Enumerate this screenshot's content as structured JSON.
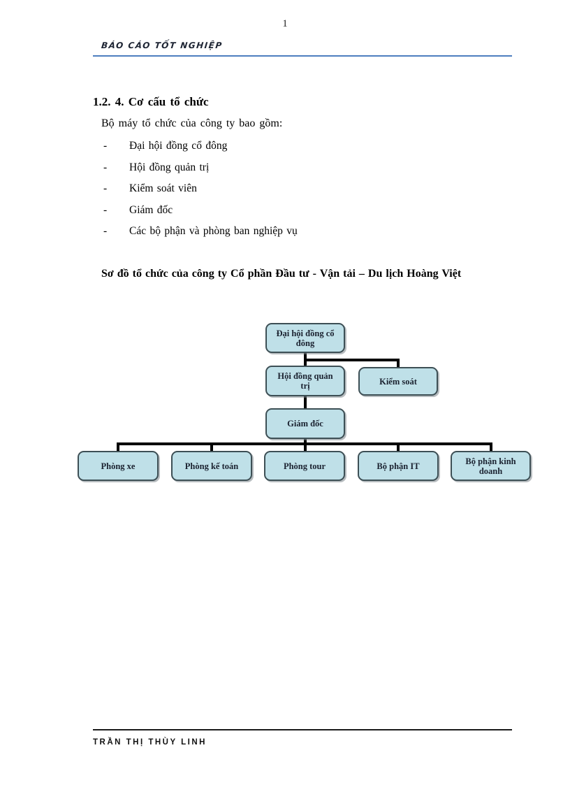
{
  "page": {
    "number": "1",
    "header": {
      "title": "BÁO CÁO TỐT NGHIỆP"
    },
    "footer": {
      "author": "TRẦN THỊ THÙY LINH"
    }
  },
  "content": {
    "section_heading": "1.2. 4. Cơ cấu tổ chức",
    "intro": "Bộ máy tổ chức của công ty bao gồm:",
    "list_marker": "-",
    "list": [
      {
        "text": "Đại hội đồng cổ đông"
      },
      {
        "text": "Hội đồng quản trị"
      },
      {
        "text": "Kiểm soát viên"
      },
      {
        "text": "Giám đốc"
      },
      {
        "text": "Các bộ phận và phòng ban nghiệp vụ"
      }
    ],
    "diagram_title": "Sơ đồ tổ chức của công ty Cổ phần Đầu tư - Vận tải – Du lịch Hoàng Việt"
  },
  "org_chart": {
    "nodes": [
      {
        "id": "dhdcd",
        "label": "Đại hội đồng cổ đông",
        "level": 1
      },
      {
        "id": "hdqt",
        "label": "Hội đồng quản trị",
        "level": 2
      },
      {
        "id": "ks",
        "label": "Kiểm soát",
        "level": 2
      },
      {
        "id": "gd",
        "label": "Giám đốc",
        "level": 3
      },
      {
        "id": "px",
        "label": "Phòng xe",
        "level": 4
      },
      {
        "id": "pkt",
        "label": "Phòng kế toán",
        "level": 4
      },
      {
        "id": "pt",
        "label": "Phòng tour",
        "level": 4
      },
      {
        "id": "it",
        "label": "Bộ phận IT",
        "level": 4
      },
      {
        "id": "kd",
        "label": "Bộ phận kinh doanh",
        "level": 4
      }
    ],
    "edges": [
      [
        "dhdcd",
        "hdqt"
      ],
      [
        "dhdcd",
        "ks"
      ],
      [
        "hdqt",
        "gd"
      ],
      [
        "gd",
        "px"
      ],
      [
        "gd",
        "pkt"
      ],
      [
        "gd",
        "pt"
      ],
      [
        "gd",
        "it"
      ],
      [
        "gd",
        "kd"
      ]
    ]
  },
  "colors": {
    "header_rule": "#4d7ebf",
    "box_fill": "#bfe0e8",
    "box_border": "#3d4f55",
    "connector": "#000000"
  }
}
